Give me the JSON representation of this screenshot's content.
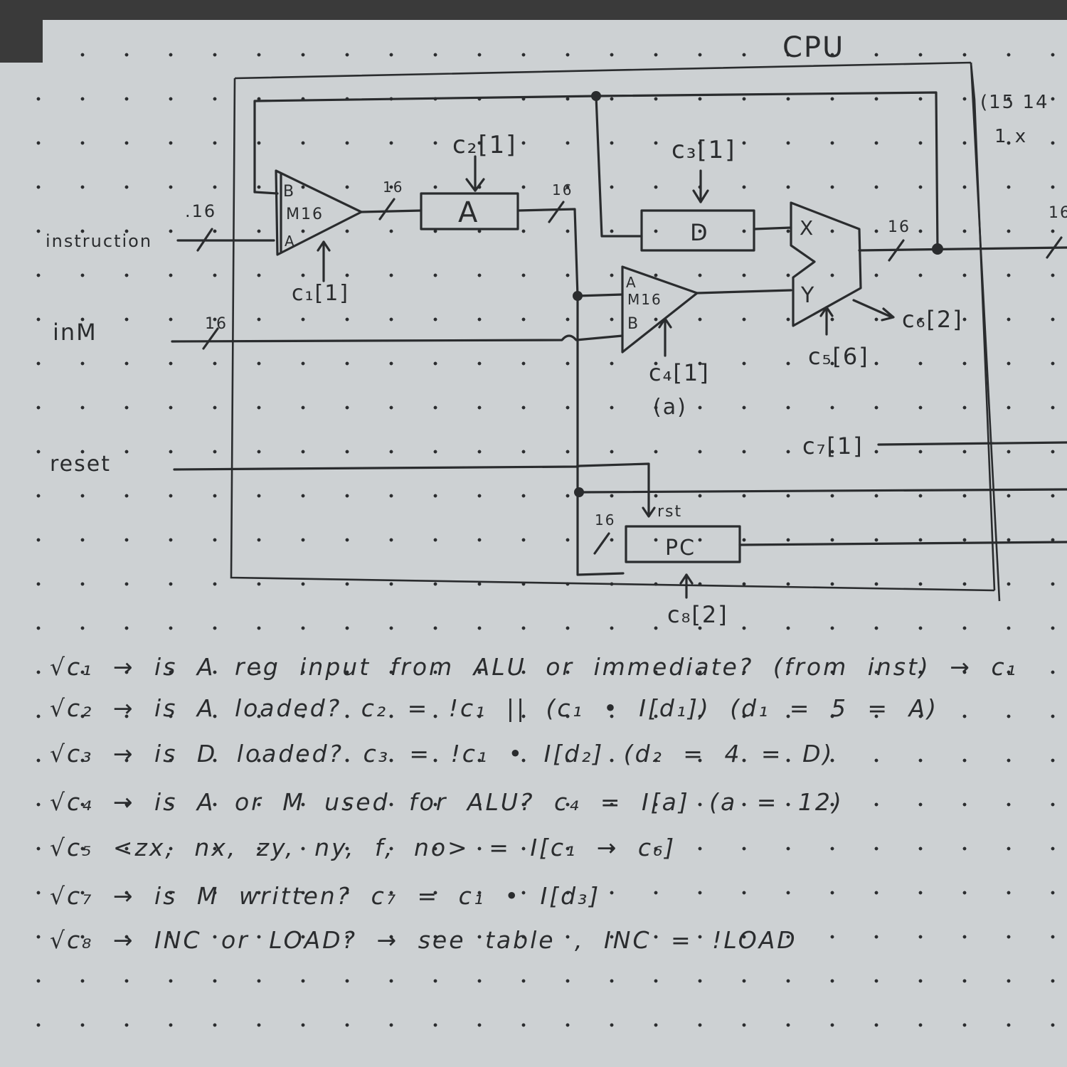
{
  "title": "CPU",
  "side_note": {
    "line1": "(15 14",
    "line2": "1  x"
  },
  "inputs": {
    "instruction": "instruction",
    "inM": "inM",
    "reset": "reset",
    "instruction_width": ".16",
    "inM_width": "16"
  },
  "components": {
    "mux1": {
      "label": "M16",
      "in_b": "B",
      "in_a": "A"
    },
    "a_reg": {
      "label": "A"
    },
    "d_reg": {
      "label": "D"
    },
    "mux2": {
      "label": "M16",
      "in_a": "A",
      "in_b": "B"
    },
    "alu": {
      "in_x": "X",
      "in_y": "Y"
    },
    "pc": {
      "label": "PC",
      "rst": "rst"
    }
  },
  "bus_widths": {
    "mux_to_a": "16",
    "a_out": "16",
    "alu_out": "16",
    "pc_in": "16",
    "right_out": "16"
  },
  "controls": {
    "c1": "c₁[1]",
    "c2": "c₂[1]",
    "c3": "c₃[1]",
    "c4": "c₄[1]",
    "c4_note": "(a)",
    "c5": "c₅[6]",
    "c6": "c₆[2]",
    "c7": "c₇[1]",
    "c8": "c₈[2]"
  },
  "notes": [
    "√c₁ → is A reg input from ALU or immediate? (from inst) → c₁",
    "√c₂ → is A loaded?   c₂ = !c₁ || (c₁ • I[d₁])   (d₁ = 5 = A)",
    "√c₃ → is D loaded?   c₃ = !c₁ • I[d₂]   (d₂ = 4 = D)",
    "√c₄ → is A or M used for ALU?   c₄ = I[a]   (a = 12)",
    "√c₅ <zx, nx, zy, ny, f, no> = I[c₁ → c₆]",
    "√c₇ → is M written?   c₇ = c₁ • I[d₃]",
    "√c₈ → INC or LOAD? → see table ,  INC = !LOAD"
  ]
}
